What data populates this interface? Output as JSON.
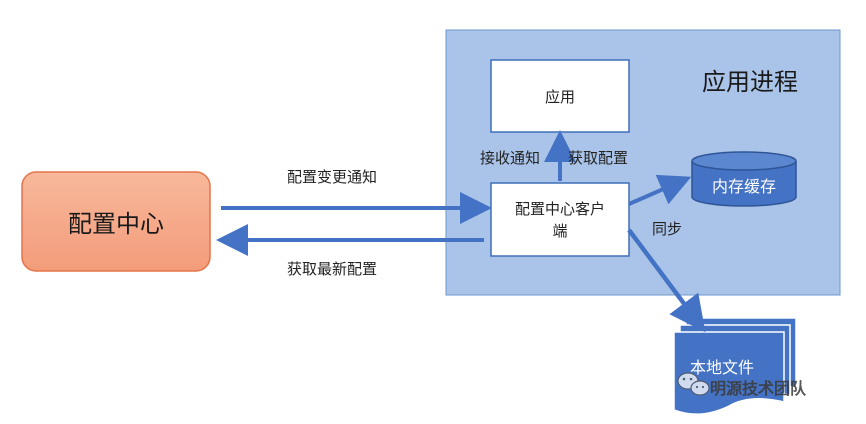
{
  "process_title": "应用进程",
  "app_label": "应用",
  "config_center_label": "配置中心",
  "client_label_line1": "配置中心客户",
  "client_label_line2": "端",
  "cache_label": "内存缓存",
  "local_file_label": "本地文件",
  "edge_notify": "配置变更通知",
  "edge_fetch_latest": "获取最新配置",
  "edge_receive_notify": "接收通知",
  "edge_get_config": "获取配置",
  "edge_sync": "同步",
  "watermark": "明源技术团队",
  "colors": {
    "process_fill": "#a9c4e8",
    "process_border": "#6f97cc",
    "config_center_fill": "#f4a582",
    "config_center_border": "#e4744a",
    "arrow": "#4472c4",
    "cache_fill": "#4472c4",
    "file_fill": "#4472c4"
  }
}
